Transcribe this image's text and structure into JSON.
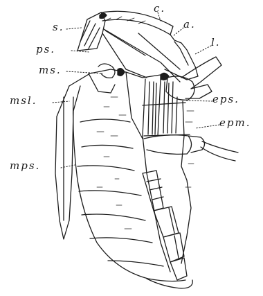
{
  "figure": {
    "labels": {
      "c": "c.",
      "s": "s.",
      "a": "a.",
      "ps": "ps.",
      "l": "l.",
      "ms": "ms.",
      "msl": "msl.",
      "eps": "eps.",
      "epm": "epm.",
      "mps": "mps."
    }
  }
}
